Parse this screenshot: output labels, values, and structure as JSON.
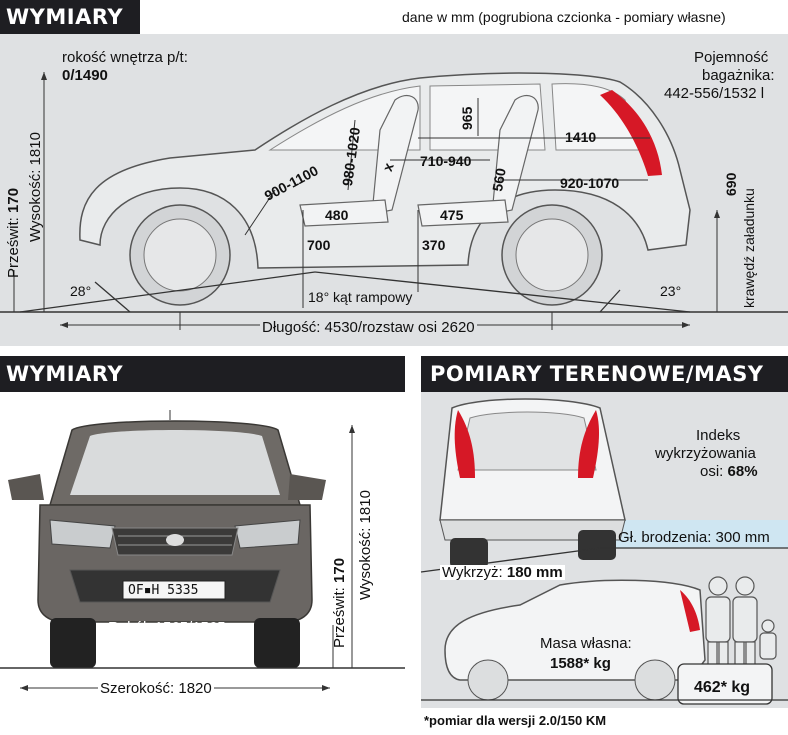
{
  "header_top": {
    "title": "WYMIARY",
    "subtitle": "dane w mm (pogrubiona czcionka - pomiary własne)"
  },
  "side_view": {
    "interior_width_label": "rokość wnętrza p/t:",
    "interior_width_value": "0/1490",
    "trunk_label_1": "Pojemność",
    "trunk_label_2": "bagażnika:",
    "trunk_value": "442-556/1532 l",
    "clearance_label": "Prześwit: ",
    "clearance_value": "170",
    "height_label": "Wysokość: 1810",
    "legroom_front": "900-1100",
    "headroom_front": "980-1020",
    "seat_gap": "x",
    "legroom_rear_range": "710-940",
    "headroom_rear": "965",
    "rear_length": "1410",
    "rear_headroom": "560",
    "cargo_length": "920-1070",
    "cushion_front": "480",
    "cushion_rear": "475",
    "seat_height_front": "700",
    "seat_height_rear": "370",
    "approach_angle": "28°",
    "ramp_angle": "18° kąt rampowy",
    "departure_angle": "23°",
    "load_edge_value": "690",
    "load_edge_label": "krawędź załadunku",
    "length_label": "Długość: 4530/rozstaw osi 2620"
  },
  "front_view": {
    "title": "WYMIARY",
    "plate": "OF▪H 5335",
    "track_label": "R. kół: 1565/1565",
    "clearance_label": "Prześwit: ",
    "clearance_value": "170",
    "height_label": "Wysokość: 1810",
    "width_label": "Szerokość: 1820"
  },
  "offroad": {
    "title": "POMIARY TERENOWE/MASY",
    "articulation_label_1": "Indeks",
    "articulation_label_2": "wykrzyżowania",
    "articulation_label_3": "osi: ",
    "articulation_value": "68%",
    "wading_label": "Gł. brodzenia: 300 mm",
    "twist_label": "Wykrzyż: ",
    "twist_value": "180 mm",
    "mass_label": "Masa własna:",
    "mass_value": "1588* kg",
    "payload_value": "462* kg",
    "footnote": "*pomiar dla wersji 2.0/150 KM"
  },
  "colors": {
    "header_bar": "#1e1e22",
    "panel": "#dfe1e3",
    "car_body": "#e9ebec",
    "taillight": "#d61826",
    "water": "#cfe6f2"
  }
}
